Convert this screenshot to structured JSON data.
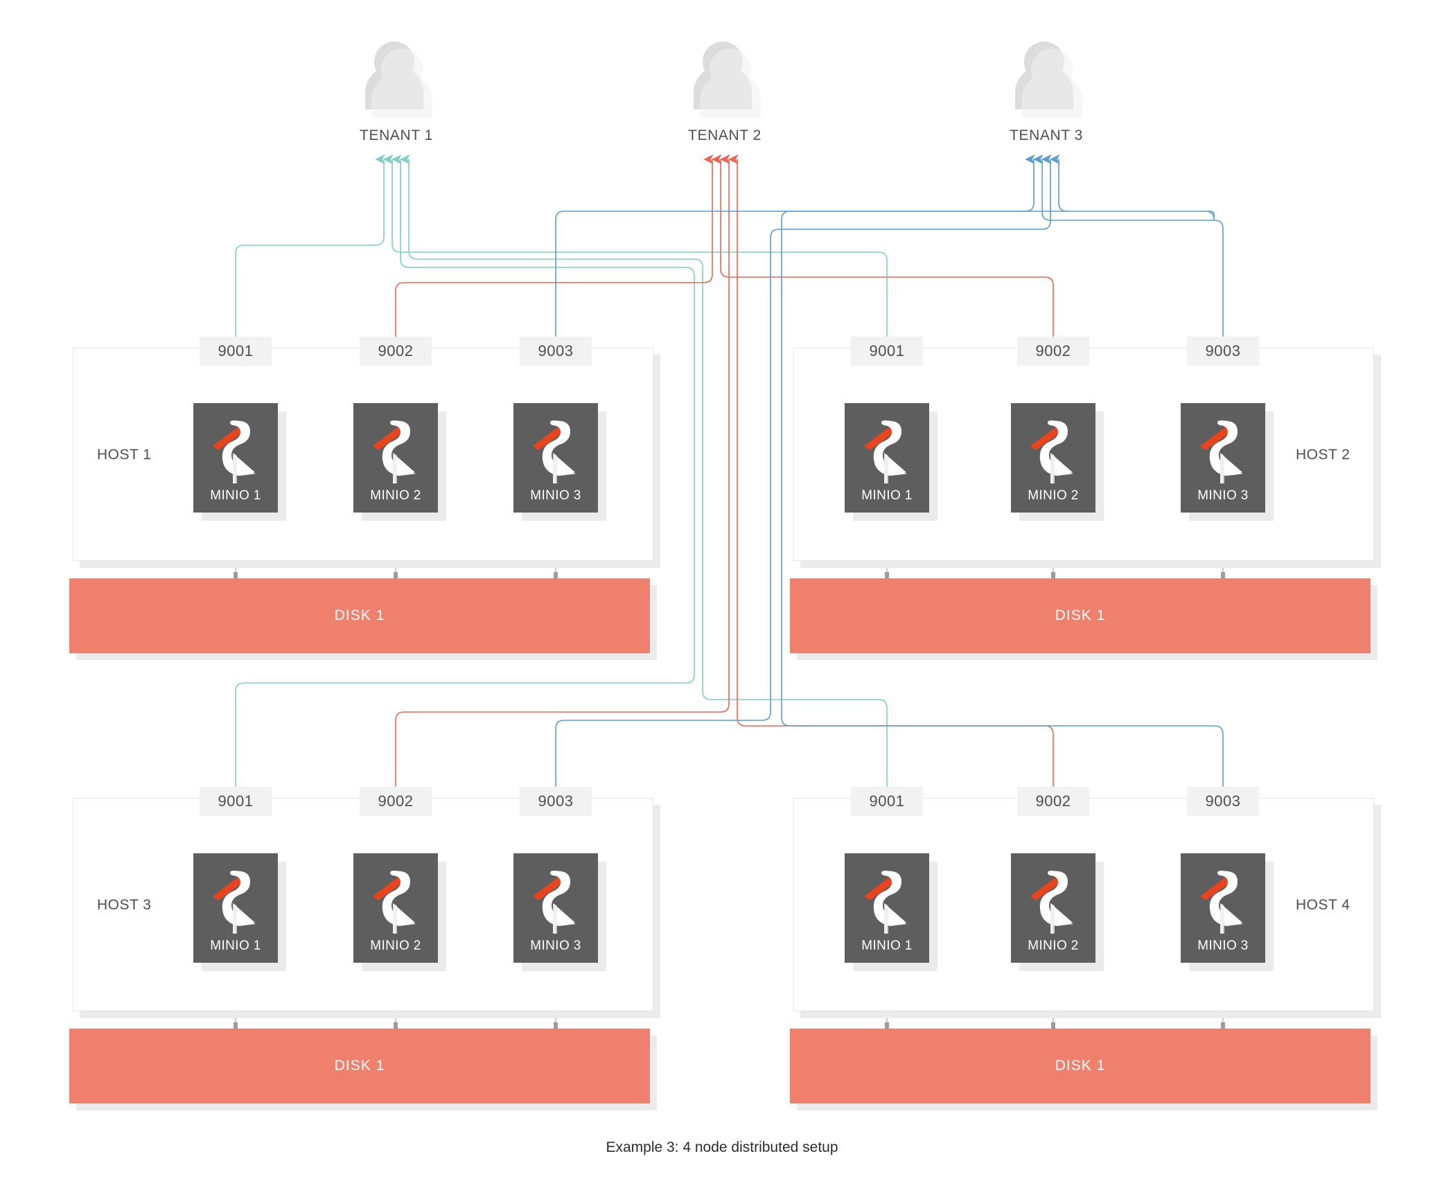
{
  "diagram": {
    "caption": "Example 3: 4 node distributed setup",
    "colors": {
      "tenant1_line": "#7fcfc4",
      "tenant2_line": "#ee6352",
      "tenant3_line": "#5b9bd5",
      "minio_box": "#5e5e5e",
      "disk_bar": "#f0806e",
      "host_border": "#e6e6e6",
      "port_box": "#f2f2f2",
      "avatar": "#dcdcdc",
      "beak": "#e8451f",
      "text": "#4d4d4d"
    },
    "tenants": [
      {
        "label": "TENANT 1",
        "icon": "user-avatar-icon",
        "color": "#7fcfc4",
        "port": "9001"
      },
      {
        "label": "TENANT 2",
        "icon": "user-avatar-icon",
        "color": "#ee6352",
        "port": "9002"
      },
      {
        "label": "TENANT 3",
        "icon": "user-avatar-icon",
        "color": "#5b9bd5",
        "port": "9003"
      }
    ],
    "hosts": [
      {
        "label": "HOST 1",
        "label_side": "left",
        "ports": [
          "9001",
          "9002",
          "9003"
        ],
        "nodes": [
          "MINIO 1",
          "MINIO 2",
          "MINIO 3"
        ],
        "disk": "DISK 1"
      },
      {
        "label": "HOST 2",
        "label_side": "right",
        "ports": [
          "9001",
          "9002",
          "9003"
        ],
        "nodes": [
          "MINIO 1",
          "MINIO 2",
          "MINIO 3"
        ],
        "disk": "DISK 1"
      },
      {
        "label": "HOST 3",
        "label_side": "left",
        "ports": [
          "9001",
          "9002",
          "9003"
        ],
        "nodes": [
          "MINIO 1",
          "MINIO 2",
          "MINIO 3"
        ],
        "disk": "DISK 1"
      },
      {
        "label": "HOST 4",
        "label_side": "right",
        "ports": [
          "9001",
          "9002",
          "9003"
        ],
        "nodes": [
          "MINIO 1",
          "MINIO 2",
          "MINIO 3"
        ],
        "disk": "DISK 1"
      }
    ]
  }
}
